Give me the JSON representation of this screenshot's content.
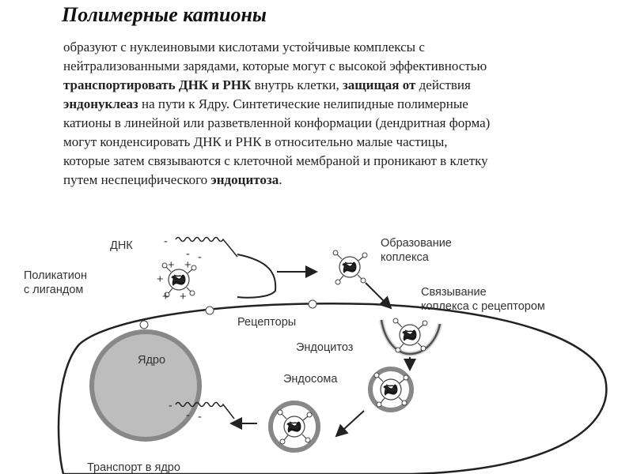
{
  "title": "Полимерные катионы",
  "paragraph": {
    "l1": "образуют с нуклеиновыми кислотами устойчивые комплексы с",
    "l2": "нейтрализованными зарядами, которые могут с высокой эффективностью",
    "l3_b1": "транспортировать ДНК и РНК",
    "l3_t1": " внутрь клетки, ",
    "l3_b2": "защищая от",
    "l3_t2": " действия",
    "l4_b1": "эндонуклеаз",
    "l4_t1": " на пути к Ядру. Синтетические нелипидные полимерные",
    "l5": "катионы в линейной или разветвленной конформации (дендритная форма)",
    "l6": "могут конденсировать ДНК и РНК в относительно малые частицы,",
    "l7": "которые затем связываются с клеточной мембраной и проникают в клетку",
    "l8_t1": "путем неспецифического ",
    "l8_b1": "эндоцитоза",
    "l8_t2": "."
  },
  "diagram": {
    "dna": "ДНК",
    "polycation_1": "Поликатион",
    "polycation_2": "с лигандом",
    "complex_1": "Образование",
    "complex_2": "коплекса",
    "binding_1": "Связывание",
    "binding_2": "коплекса с рецептором",
    "receptors": "Рецепторы",
    "endocytosis": "Эндоцитоз",
    "endosome": "Эндосома",
    "nucleus": "Ядро",
    "transport": "Транспорт в ядро"
  }
}
